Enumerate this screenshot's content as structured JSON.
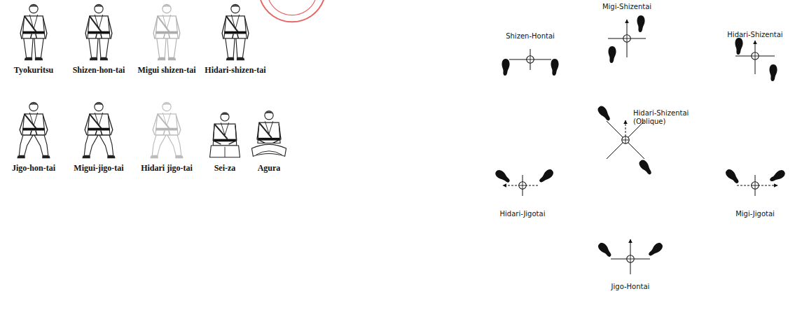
{
  "diagram": {
    "labels": [
      "Tyokuritsu",
      "Shizen-hon-tai",
      "Migui shizen-tai",
      "Hidari-shizen-tai",
      "Jigo-hon-tai",
      "Migui-jigo-tai",
      "Hidari jigo-tai",
      "Sei-za",
      "Agura",
      "Migi-Shizentai",
      "Shizen-Hontai",
      "Hidari-Shizentai",
      "Hidari-Shizentai (Oblique)",
      "Hidari-Jigotai",
      "Migi-Jigotai",
      "Jigo-Hontai"
    ]
  }
}
